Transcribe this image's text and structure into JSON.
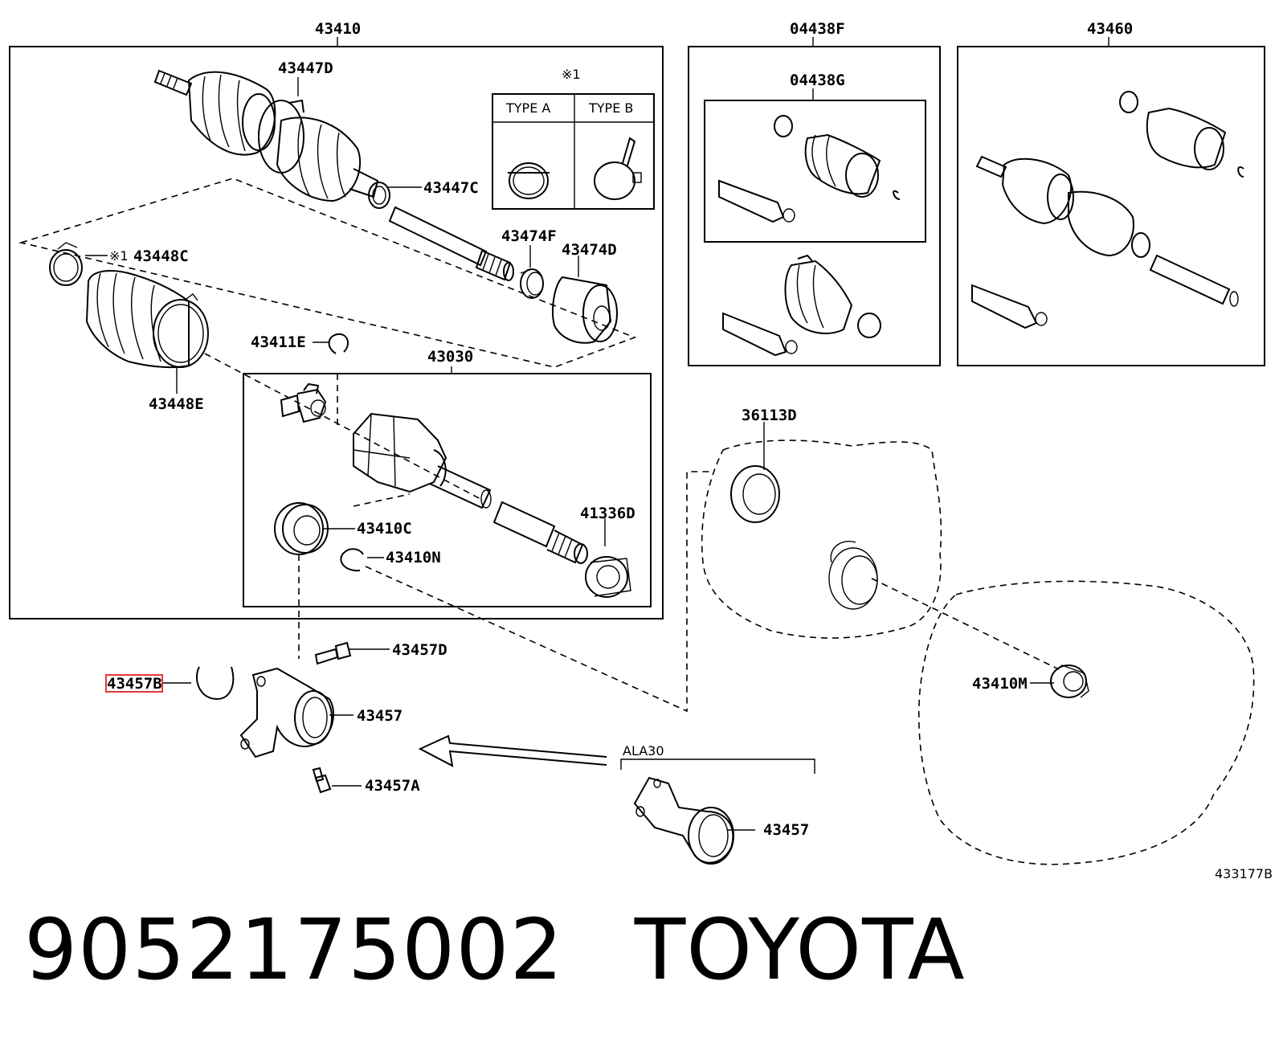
{
  "labels": {
    "l43410": "43410",
    "l04438F": "04438F",
    "l43460": "43460",
    "l43447D": "43447D",
    "l43447C": "43447C",
    "l04438G": "04438G",
    "note1": "※1",
    "typeA": "TYPE A",
    "typeB": "TYPE B",
    "l43448C": "43448C",
    "l43474F": "43474F",
    "l43474D": "43474D",
    "l43411E": "43411E",
    "l43030": "43030",
    "l43448E": "43448E",
    "l36113D": "36113D",
    "l43410C": "43410C",
    "l41336D": "41336D",
    "l43410N": "43410N",
    "l43457D": "43457D",
    "l43457B": "43457B",
    "l43457": "43457",
    "l43410M": "43410M",
    "lALA30": "ALA30",
    "l43457A": "43457A",
    "l43457b": "43457",
    "ref": "433177B"
  },
  "caption": {
    "part_number": "9052175002",
    "brand": "TOYOTA"
  },
  "highlight_color": "#e53935"
}
